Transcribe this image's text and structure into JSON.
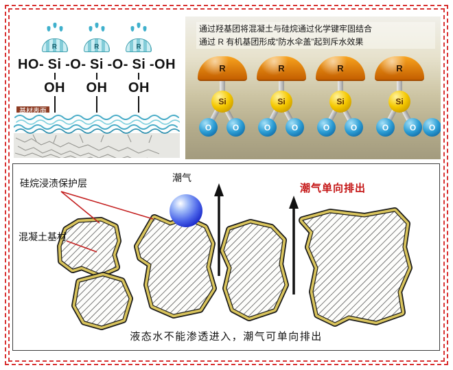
{
  "accent_colors": {
    "frame_red": "#d83030",
    "highlight_red": "#c41414",
    "coating_tan": "#d9c45c",
    "silicon_yellow": "#f5c800",
    "oxygen_blue": "#1779b8",
    "r_dome_orange": "#e88a10",
    "water_blue": "#1726c8"
  },
  "top_left": {
    "surface_label": "基材表面",
    "umbrella_label": "R",
    "formula": {
      "left": "HO-",
      "si": "Si",
      "mid": "-O-",
      "right": "-OH",
      "oh": "OH"
    }
  },
  "top_right": {
    "caption_line1": "通过羟基团将混凝土与硅烷通过化学键牢固结合",
    "caption_line2": "通过 R 有机基团形成“防水伞盖”起到斥水效果",
    "r_label": "R",
    "si_label": "Si",
    "o_labels": [
      "O",
      "O",
      "O",
      "O",
      "O",
      "O",
      "O",
      "O",
      "O"
    ]
  },
  "bottom": {
    "coating_label": "硅烷浸渍保护层",
    "moisture_label": "潮气",
    "one_way_label": "潮气单向排出",
    "substrate_label": "混凝土基材",
    "caption": "液态水不能渗透进入，潮气可单向排出"
  }
}
